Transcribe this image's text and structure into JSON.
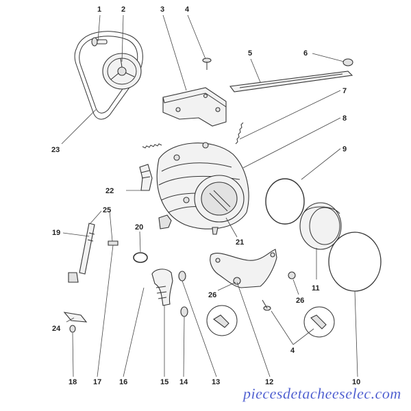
{
  "callouts": {
    "c1": "1",
    "c2": "2",
    "c3": "3",
    "c4": "4",
    "c5": "5",
    "c6": "6",
    "c7": "7",
    "c8": "8",
    "c9": "9",
    "c10": "10",
    "c11": "11",
    "c12": "12",
    "c13": "13",
    "c14": "14",
    "c15": "15",
    "c16": "16",
    "c17": "17",
    "c18": "18",
    "c19": "19",
    "c20": "20",
    "c21": "21",
    "c22": "22",
    "c23": "23",
    "c24": "24",
    "c25": "25",
    "c26a": "26",
    "c26b": "26",
    "c4b": "4"
  },
  "watermark": "piecesdetacheeselec.com"
}
